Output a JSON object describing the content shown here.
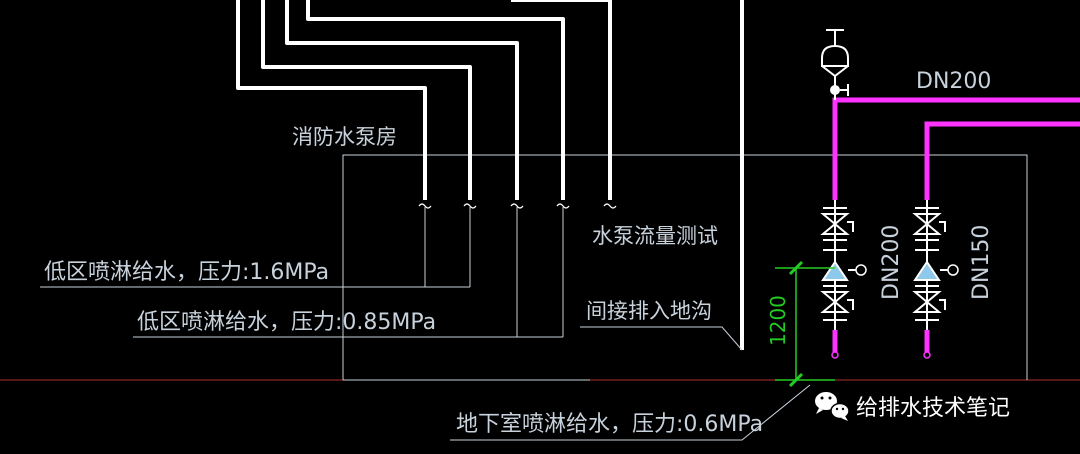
{
  "labels": {
    "pump_room": "消防水泵房",
    "pump_flow_test": "水泵流量测试",
    "indirect_drain": "间接排入地沟",
    "low_zone_1_6": "低区喷淋给水，压力:1.6MPa",
    "low_zone_0_85": "低区喷淋给水，压力:0.85MPa",
    "basement_0_6": "地下室喷淋给水，压力:0.6MPa",
    "dn200_top": "DN200",
    "dn200_vertical": "DN200",
    "dn150_vertical": "DN150",
    "dimension_1200": "1200"
  },
  "watermark": {
    "text": "给排水技术笔记",
    "icon": "wechat-icon"
  },
  "colors": {
    "background": "#000000",
    "white_pipe": "#ffffff",
    "magenta_pipe": "#ff33ff",
    "thin_line": "#c8d2dc",
    "dimension": "#22cc22",
    "valve_fill": "#8ec8ea",
    "red_line": "#b03030"
  }
}
